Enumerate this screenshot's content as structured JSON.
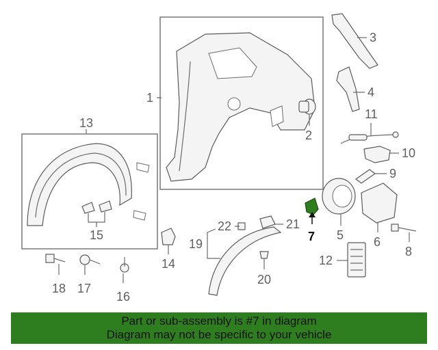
{
  "callouts": {
    "c1": "1",
    "c2": "2",
    "c3": "3",
    "c4": "4",
    "c5": "5",
    "c6": "6",
    "c7": "7",
    "c8": "8",
    "c9": "9",
    "c10": "10",
    "c11": "11",
    "c12": "12",
    "c13": "13",
    "c14": "14",
    "c15": "15",
    "c16": "16",
    "c17": "17",
    "c18": "18",
    "c19": "19",
    "c20": "20",
    "c21": "21",
    "c22": "22"
  },
  "highlight": {
    "part_number": "7",
    "color": "#2e7d1e"
  },
  "banner": {
    "line1": "Part or sub-assembly is #7 in diagram",
    "line2": "Diagram may not be specific to your vehicle",
    "background": "#2e7d1e"
  }
}
